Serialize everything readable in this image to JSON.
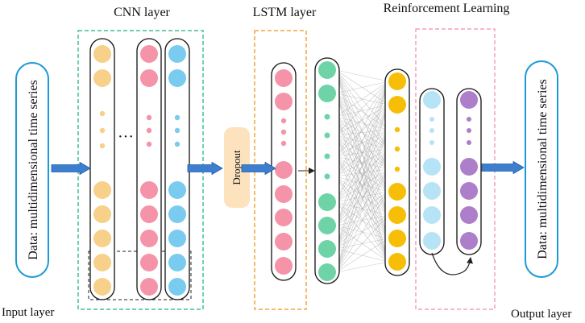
{
  "titles": {
    "cnn": "CNN layer",
    "lstm": "LSTM layer",
    "rl": "Reinforcement Learning"
  },
  "labels": {
    "input_data": "Data: multidimensional time series",
    "output_data": "Data: multidimensional time series",
    "input_layer": "Input layer",
    "output_layer": "Output layer",
    "dropout": "Dropout",
    "ellipsis": "···"
  },
  "colors": {
    "orange": "#f7d08a",
    "pink": "#f593a8",
    "blue": "#79cbef",
    "green": "#6fd3a8",
    "yellow": "#f7be08",
    "light_blue": "#b7e3f6",
    "purple": "#ad7ec9",
    "arrow": "#3d7fce",
    "green_box": "#3ec48b",
    "orange_box": "#f0a73a",
    "pink_box": "#f08ab0",
    "data_border": "#1c9ad6",
    "dropout_fill": "#fde2be"
  }
}
